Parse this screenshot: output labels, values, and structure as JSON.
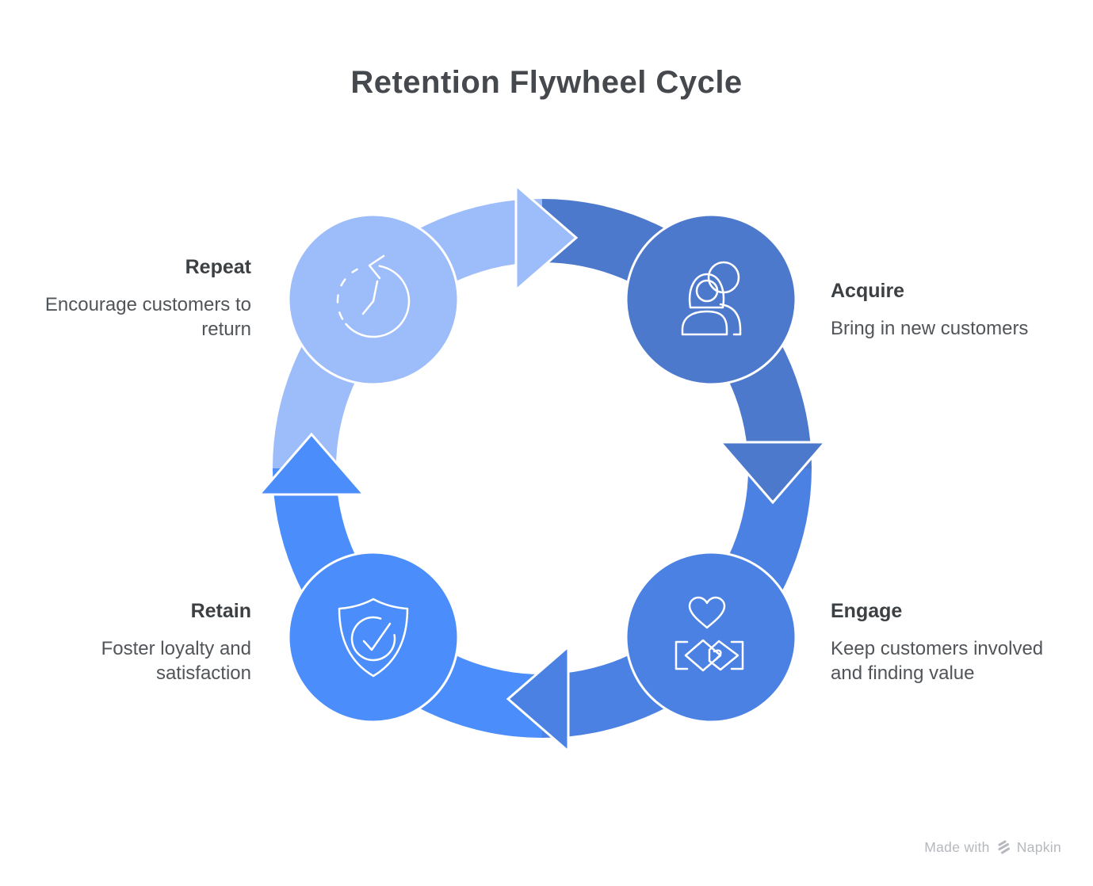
{
  "title": {
    "text": "Retention Flywheel Cycle"
  },
  "nodes": [
    {
      "id": "repeat",
      "label": "Repeat",
      "description": "Encourage customers to return",
      "color": "#9dbcfa",
      "icon": "history-clock-icon"
    },
    {
      "id": "acquire",
      "label": "Acquire",
      "description": "Bring in new customers",
      "color": "#4d79cc",
      "icon": "people-icon"
    },
    {
      "id": "engage",
      "label": "Engage",
      "description": "Keep customers involved and finding value",
      "color": "#4a81e2",
      "icon": "heart-handshake-icon"
    },
    {
      "id": "retain",
      "label": "Retain",
      "description": "Foster loyalty and satisfaction",
      "color": "#4b8dfb",
      "icon": "shield-check-icon"
    }
  ],
  "diagram": {
    "type": "cycle",
    "direction": "clockwise",
    "background": "#ffffff",
    "title_color": "#45484c",
    "label_color": "#3c4043",
    "description_color": "#515559"
  },
  "watermark": {
    "prefix": "Made with",
    "brand": "Napkin",
    "color": "#b5b8bc"
  }
}
